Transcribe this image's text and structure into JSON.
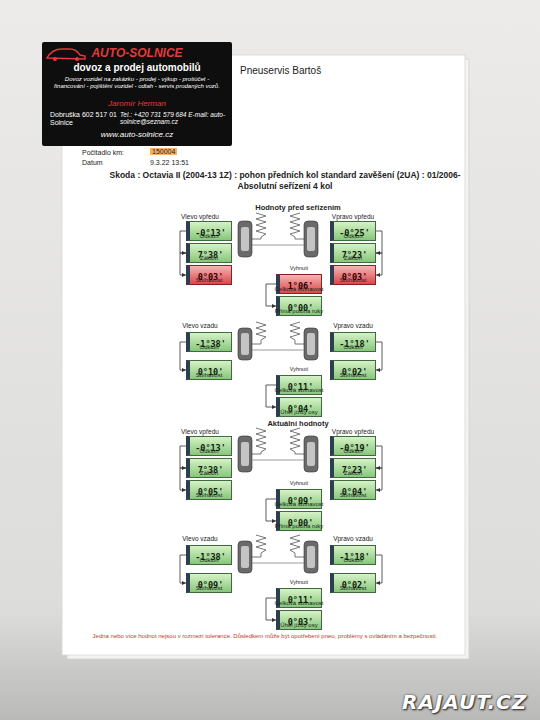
{
  "diagram": {
    "title": "Skoda : Octavia II (2004-13 1Z) : pohon předních kol standard zavěšení (2UA) : 01/2006- Absolutní seřízení 4 kol",
    "nodes": [
      {
        "text": [
          "AUTO-SOLNICE",
          "dovoz a prodej automobilů",
          "Dovoz vozidel na zakázku - prodej - výkup - protiúčet - financování - pojištění vozidel - odtah - servis prodaných vozů.",
          "Jaromír Herman",
          "Dobruška 602 517 01 Solnice",
          "Tel.: +420 731 579 684 E-mail: auto-solnice@seznam.cz",
          "www.auto-solnice.cz"
        ]
      },
      {
        "text": [
          "Pneuservis Bartoš"
        ]
      },
      {
        "text": [
          "-0°13'"
        ],
        "in": 1
      },
      {
        "text": [
          "7°38'"
        ],
        "in": 1
      },
      {
        "text": [
          "0°03'"
        ],
        "in": 1
      },
      {
        "text": [
          "-0°25'"
        ],
        "in": 1
      },
      {
        "text": [
          "7°23'"
        ],
        "in": 1
      },
      {
        "text": [
          "0°03'"
        ],
        "in": 1
      },
      {
        "text": [
          "1°06'"
        ],
        "in": 1
      },
      {
        "text": [
          "0°00'"
        ],
        "in": 1
      },
      {
        "text": [
          "-1°38'"
        ],
        "in": 1
      },
      {
        "text": [
          "0°10'"
        ],
        "in": 1
      },
      {
        "text": [
          "-1°18'"
        ],
        "in": 1
      },
      {
        "text": [
          "0°02'"
        ],
        "in": 1
      },
      {
        "text": [
          "0°11'"
        ],
        "in": 1
      },
      {
        "text": [
          "0°04'"
        ],
        "in": 1
      },
      {
        "text": [
          "-0°13'"
        ],
        "in": 1
      },
      {
        "text": [
          "7°38'"
        ],
        "in": 1
      },
      {
        "text": [
          "0°05'"
        ],
        "in": 1
      },
      {
        "text": [
          "-0°19'"
        ],
        "in": 1
      },
      {
        "text": [
          "7°23'"
        ],
        "in": 1
      },
      {
        "text": [
          "0°04'"
        ],
        "in": 1
      },
      {
        "text": [
          "0°09'"
        ],
        "in": 1
      },
      {
        "text": [
          "0°00'"
        ],
        "in": 1
      },
      {
        "text": [
          "-1°38'"
        ],
        "in": 1
      },
      {
        "text": [
          "0°09'"
        ],
        "in": 1
      },
      {
        "text": [
          "-1°18'"
        ],
        "in": 1
      },
      {
        "text": [
          "0°02'"
        ],
        "in": 1
      },
      {
        "text": [
          "0°11'"
        ],
        "in": 1
      },
      {
        "text": [
          "0°03'"
        ],
        "in": 1
      }
    ],
    "edges": [
      {
        "from": 2,
        "to": 3,
        "arrow": "to"
      },
      {
        "from": 3,
        "to": 4,
        "arrow": "to"
      },
      {
        "from": 5,
        "to": 6,
        "arrow": "to"
      },
      {
        "from": 6,
        "to": 7,
        "arrow": "to"
      },
      {
        "from": 8,
        "to": 9,
        "arrow": "to"
      },
      {
        "from": 10,
        "to": 11,
        "arrow": "to"
      },
      {
        "from": 12,
        "to": 13,
        "arrow": "to"
      },
      {
        "from": 14,
        "to": 15,
        "arrow": "to"
      },
      {
        "from": 16,
        "to": 17,
        "arrow": "to"
      },
      {
        "from": 17,
        "to": 18,
        "arrow": "to"
      },
      {
        "from": 19,
        "to": 20,
        "arrow": "to"
      },
      {
        "from": 20,
        "to": 21,
        "arrow": "to"
      },
      {
        "from": 22,
        "to": 23,
        "arrow": "to"
      },
      {
        "from": 24,
        "to": 25,
        "arrow": "to"
      },
      {
        "from": 26,
        "to": 27,
        "arrow": "to"
      },
      {
        "from": 28,
        "to": 29,
        "arrow": "to"
      }
    ],
    "labels": [
      "Počitadlo km:",
      "150004",
      "Datum",
      "9.3.22 13:51",
      "Hodnoty před seřízením",
      "Vlevo vpředu",
      "Odklon",
      "Záklon",
      "Sbíhavost",
      "Vpravo vpředu",
      "Odklon",
      "Záklon",
      "Sbíhavost",
      "Vyhnutí",
      "Celková sbíhavost",
      "Přímá poloha ruky",
      "Vlevo vzadu",
      "Odklon",
      "Sbíhavost",
      "Vpravo vzadu",
      "Odklon",
      "Sbíhavost",
      "Vyhnutí",
      "Celková sbíhavost",
      "Úhel jízdy osy",
      "Aktuální hodnoty",
      "Vlevo vpředu",
      "Odklon",
      "Záklon",
      "Sbíhavost",
      "Vpravo vpředu",
      "Odklon",
      "Záklon",
      "Sbíhavost",
      "Vyhnutí",
      "Celková sbíhavost",
      "Přímá poloha ruky",
      "Vlevo vzadu",
      "Odklon",
      "Sbíhavost",
      "Vpravo vzadu",
      "Odklon",
      "Sbíhavost",
      "Vyhnutí",
      "Celková sbíhavost",
      "Úhel jízdy osy",
      "Jedna nebo více hodnot nejsou v rozmezí tolerance. Důsledkem může být opotřebení pneu, problémy s ovládáním a bezpečností.",
      "RAJAUT.CZ"
    ]
  }
}
